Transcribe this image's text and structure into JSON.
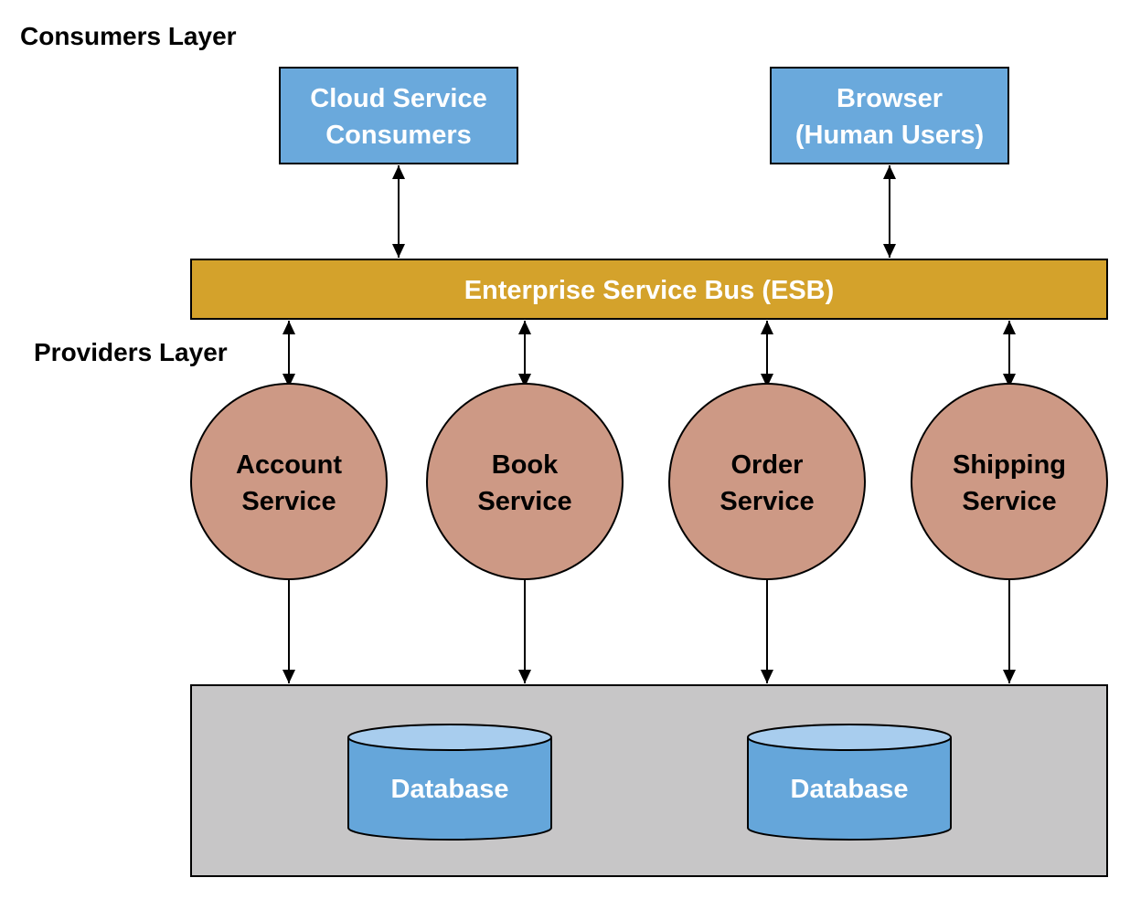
{
  "labels": {
    "consumers_layer": "Consumers Layer",
    "providers_layer": "Providers Layer"
  },
  "consumers": [
    {
      "line1": "Cloud Service",
      "line2": "Consumers"
    },
    {
      "line1": "Browser",
      "line2": "(Human Users)"
    }
  ],
  "esb": {
    "label": "Enterprise Service Bus (ESB)"
  },
  "services": [
    {
      "line1": "Account",
      "line2": "Service"
    },
    {
      "line1": "Book",
      "line2": "Service"
    },
    {
      "line1": "Order",
      "line2": "Service"
    },
    {
      "line1": "Shipping",
      "line2": "Service"
    }
  ],
  "databases": [
    {
      "label": "Database"
    },
    {
      "label": "Database"
    }
  ],
  "colors": {
    "consumer_fill": "#6aa9dc",
    "esb_fill": "#d4a22b",
    "service_fill": "#cd9985",
    "data_layer_fill": "#c7c6c7",
    "db_body": "#65a6da",
    "db_top": "#a8cdee"
  }
}
